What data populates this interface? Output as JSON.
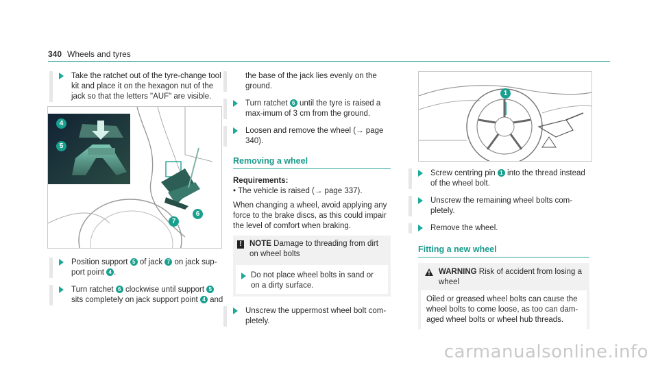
{
  "header": {
    "page_number": "340",
    "title": "Wheels and tyres"
  },
  "col1": {
    "step1": "Take the ratchet out of the tyre-change tool kit and place it on the hexagon nut of the jack so that the letters \"AUF\" are visible.",
    "figure_callouts": [
      "4",
      "5",
      "6",
      "7"
    ],
    "step2": {
      "a": "Position support",
      "n1": "5",
      "b": "of jack",
      "n2": "7",
      "c": "on jack sup-port point",
      "n3": "4",
      "d": "."
    },
    "step3": {
      "a": "Turn ratchet",
      "n1": "6",
      "b": "clockwise until support",
      "n2": "5",
      "c": "sits completely on jack support point",
      "n3": "4",
      "d": "and"
    }
  },
  "col2": {
    "cont": "the base of the jack lies evenly on the ground.",
    "step1": {
      "a": "Turn ratchet",
      "n1": "6",
      "b": "until the tyre is raised a max-imum of 3 cm from the ground."
    },
    "step2": "Loosen and remove the wheel (→ page 340).",
    "section_title": "Removing a wheel",
    "req_label": "Requirements:",
    "req_item": "The vehicle is raised (→ page 337).",
    "para": "When changing a wheel, avoid applying any force to the brake discs, as this could impair the level of comfort when braking.",
    "note_title": "NOTE",
    "note_text": "Damage to threading from dirt on wheel bolts",
    "note_step": "Do not place wheel bolts in sand or on a dirty surface.",
    "step3": "Unscrew the uppermost wheel bolt com-pletely."
  },
  "col3": {
    "figure_callout": "1",
    "step1": {
      "a": "Screw centring pin",
      "n1": "1",
      "b": "into the thread instead of the wheel bolt."
    },
    "step2": "Unscrew the remaining wheel bolts com-pletely.",
    "step3": "Remove the wheel.",
    "section_title": "Fitting a new wheel",
    "warning_title": "WARNING",
    "warning_head": "Risk of accident from losing a wheel",
    "warning_text": "Oiled or greased wheel bolts can cause the wheel bolts to come loose, as too can dam-aged wheel bolts or wheel hub threads."
  },
  "watermark": "carmanualsonline.info",
  "colors": {
    "accent": "#1aa99a",
    "rule": "#2fa59a"
  }
}
